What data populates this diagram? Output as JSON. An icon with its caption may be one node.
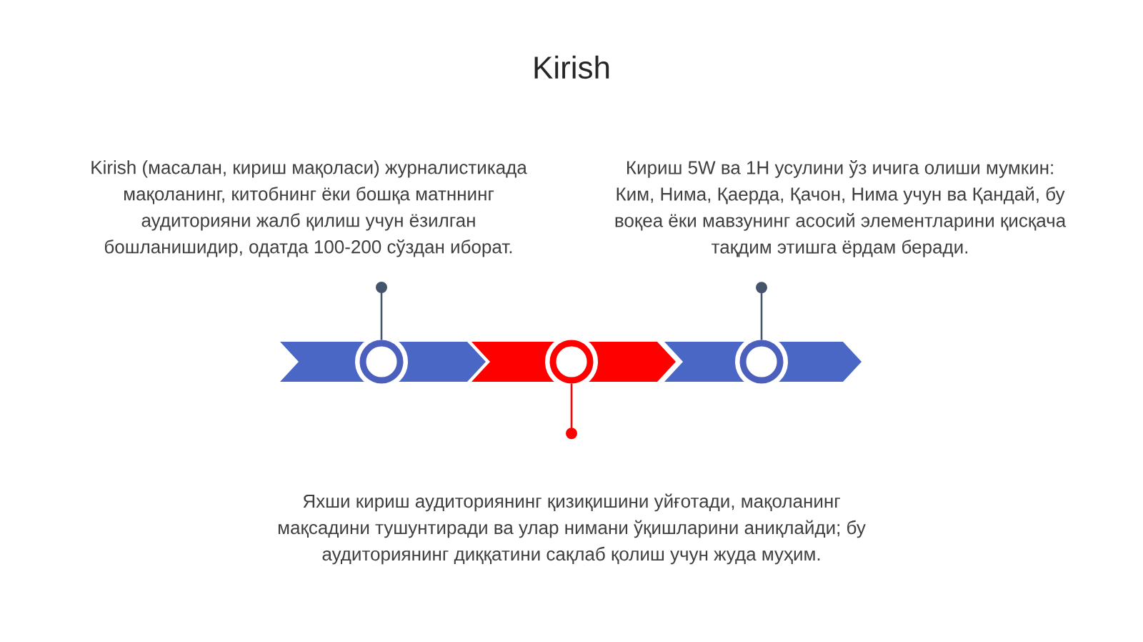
{
  "diagram": {
    "title": "Kirish",
    "nodes": [
      {
        "text": [
          "Kirish (масалан, кириш мақоласи) журналистикада мақоланинг, китобнинг ёки бошқа матннинг аудиторияни жалб қилиш учун ёзилган бошланишидир, одатда 100-200 сўздан иборат."
        ]
      },
      {
        "text": [
          "Кириш 5W ва 1H усулини ўз ичига олиши мумкин: Ким, Нима, Қаерда, Қачон, Нима учун ва Қандай, бу воқеа ёки мавзунинг асосий элементларини қисқача тақдим этишга ёрдам беради."
        ]
      },
      {
        "text": [],
        "shape": "circle"
      },
      {
        "text": [],
        "shape": "circle"
      },
      {
        "text": [],
        "shape": "circle"
      },
      {
        "text": [
          "Яхши кириш аудиториянинг қизиқишини уйғотади, мақоланинг мақсадини тушунтиради ва улар нимани ўқишларини аниқлайди; бу аудиториянинг диққатини сақлаб қолиш учун жуда муҳим."
        ]
      }
    ],
    "edges": [
      {
        "from": 0,
        "to": 2,
        "arrow": "other"
      },
      {
        "from": 1,
        "to": 4,
        "arrow": "other"
      },
      {
        "from": 5,
        "to": 3,
        "arrow": "other",
        "color": "#ff0000"
      }
    ]
  }
}
